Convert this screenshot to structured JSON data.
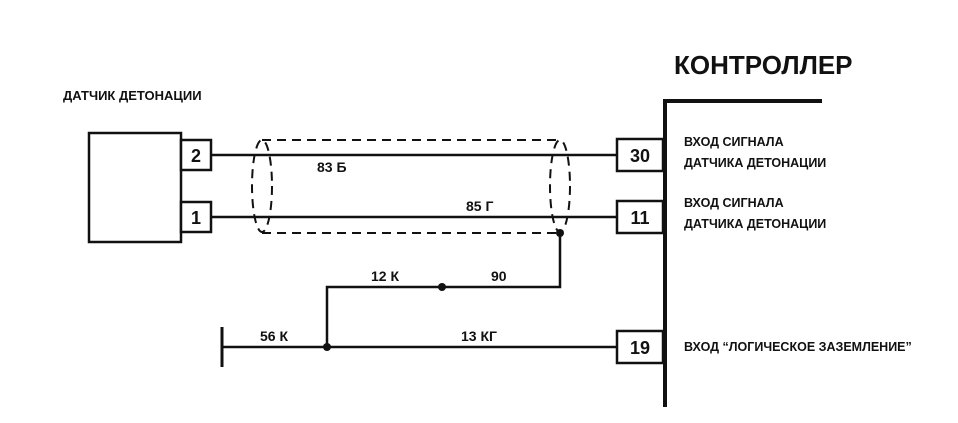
{
  "controller": {
    "title": "КОНТРОЛЛЕР"
  },
  "sensor": {
    "title": "ДАТЧИК ДЕТОНАЦИИ",
    "pins": [
      "2",
      "1"
    ]
  },
  "controller_pins": [
    {
      "number": "30",
      "label_line1": "ВХОД СИГНАЛА",
      "label_line2": "ДАТЧИКА ДЕТОНАЦИИ"
    },
    {
      "number": "11",
      "label_line1": "ВХОД СИГНАЛА",
      "label_line2": "ДАТЧИКА ДЕТОНАЦИИ"
    },
    {
      "number": "19",
      "label_line1": "ВХОД “ЛОГИЧЕСКОЕ ЗАЗЕМЛЕНИЕ”"
    }
  ],
  "wires": {
    "w83": "83 Б",
    "w85": "85 Г",
    "w12": "12 К",
    "w90": "90",
    "w56": "56 К",
    "w13": "13 КГ"
  }
}
